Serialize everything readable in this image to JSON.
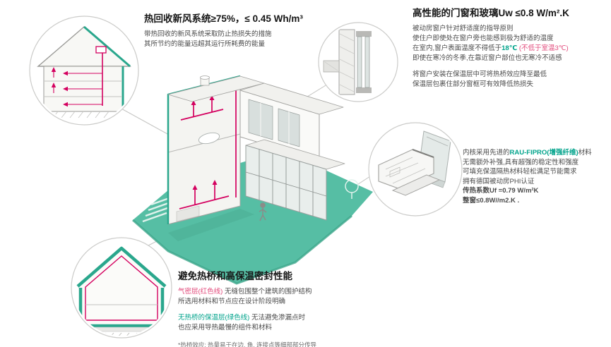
{
  "colors": {
    "accent_green": "#00a38b",
    "accent_red": "#e2487a",
    "duct_red": "#d4005f",
    "ground_teal": "#56bea4",
    "insulation_teal": "#2aa78d"
  },
  "ventilation": {
    "heading": "热回收新风系统≥75%，≤ 0.45 Wh/m³",
    "line1": "带热回收的新风系统采取防止热损失的措施",
    "line2": "其所节约的能量远超其运行所耗费的能量"
  },
  "windows": {
    "heading": "高性能的门窗和玻璃Uw ≤0.8 W/m².K",
    "line1": "被动房窗户针对舒适度的指导原则",
    "line2": "使住户即使处在窗户旁也能感到极为舒适的温度",
    "line3_pre": "在室内,窗户表面温度不得低于",
    "line3_temp": "18℃",
    "line3_note": " (不低于室温3℃)",
    "line4": "即使在寒冷的冬季,在靠近窗户部位也无寒冷不适感",
    "line5": "将窗户安装在保温层中可将热桥效应降至最低",
    "line6": "保温层包裹住部分窗框可有效降低热损失"
  },
  "frame_material": {
    "line1_pre": "内核采用先进的",
    "line1_highlight": "RAU-FIPRO(增强纤维)",
    "line1_post": "材料",
    "line2": "无需额外补强,具有超强的稳定性和强度",
    "line3": "可填充保温隔热材料轻松满足节能需求",
    "line4": "拥有德国被动房PHI认证",
    "line5": "传热系数Uf =0.79 W/m²K",
    "line6": "整窗≤0.8W//m2.K ."
  },
  "thermal": {
    "heading": "避免热桥和高保温密封性能",
    "line1_label": "气密层(红色线)",
    "line1_rest": " 无缝包围整个建筑的围护结构",
    "line2": "所选用材料和节点应在设计阶段明确",
    "line3_label": "无热桥的保温层(绿色线)",
    "line3_rest": " 无法避免渗漏点时",
    "line4": "也应采用导热最慢的组件和材料",
    "note": "*热桥效应: 热量易于在边, 角, 连接点等细部部分传导"
  },
  "icons": {
    "heat_recovery": "house-section-with-red-airflow-arrows-icon",
    "window_corner": "window-corner-section-icon",
    "window_profile": "window-profile-3d-icon",
    "thermal_envelope": "house-section-with-green-insulation-icon"
  }
}
